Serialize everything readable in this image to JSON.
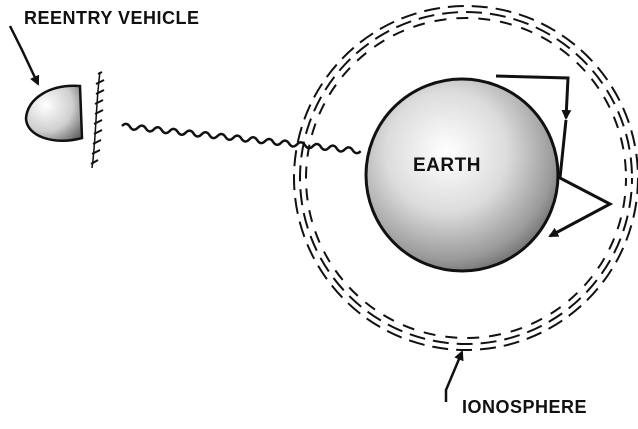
{
  "diagram": {
    "labels": {
      "reentry_vehicle": "REENTRY VEHICLE",
      "earth": "EARTH",
      "ionosphere": "IONOSPHERE"
    },
    "colors": {
      "ink": "#111111",
      "background": "#ffffff"
    }
  }
}
